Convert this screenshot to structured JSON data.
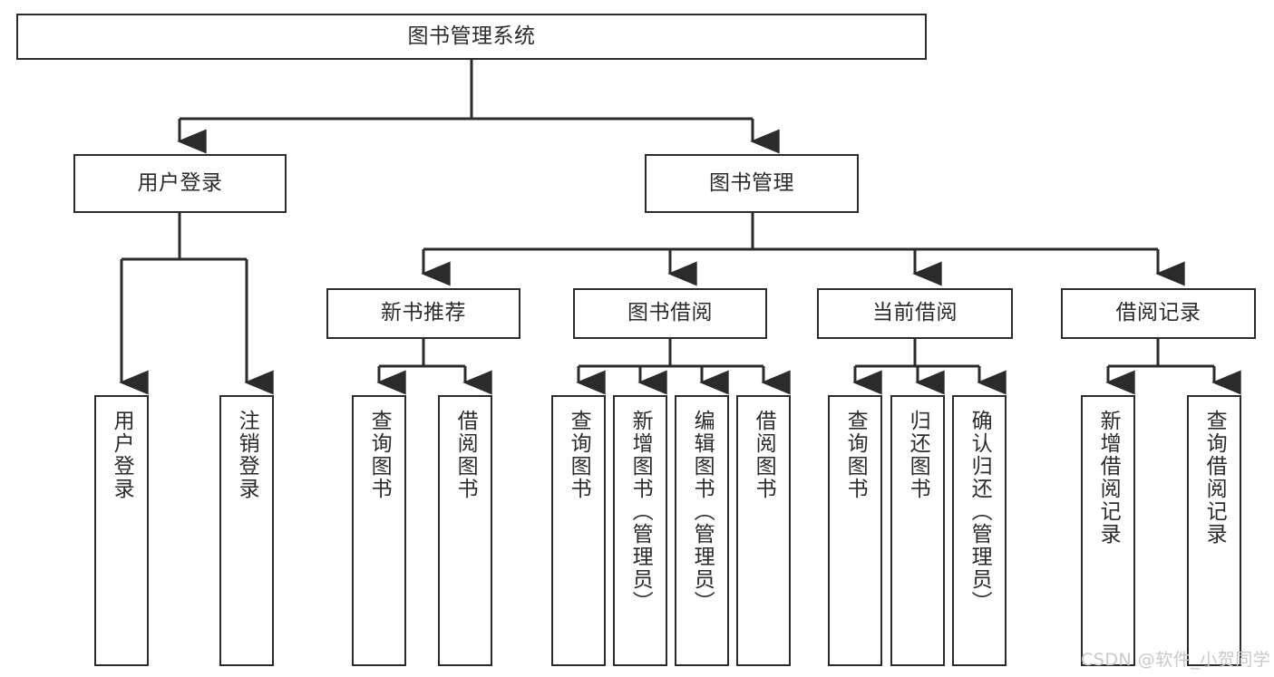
{
  "diagram": {
    "title": "图书管理系统",
    "type": "tree-hierarchy",
    "root": {
      "label": "图书管理系统"
    },
    "level2": [
      {
        "label": "用户登录"
      },
      {
        "label": "图书管理"
      }
    ],
    "level3": [
      {
        "label": "新书推荐"
      },
      {
        "label": "图书借阅"
      },
      {
        "label": "当前借阅"
      },
      {
        "label": "借阅记录"
      }
    ],
    "leaves": {
      "user_login": [
        {
          "label": "用户登录"
        },
        {
          "label": "注销登录"
        }
      ],
      "new_book_recommend": [
        {
          "label": "查询图书"
        },
        {
          "label": "借阅图书"
        }
      ],
      "book_borrow": [
        {
          "label": "查询图书"
        },
        {
          "label": "新增图书（管理员）"
        },
        {
          "label": "编辑图书（管理员）"
        },
        {
          "label": "借阅图书"
        }
      ],
      "current_borrow": [
        {
          "label": "查询图书"
        },
        {
          "label": "归还图书"
        },
        {
          "label": "确认归还（管理员）"
        }
      ],
      "borrow_records": [
        {
          "label": "新增借阅记录"
        },
        {
          "label": "查询借阅记录"
        }
      ]
    }
  },
  "watermark": {
    "text": "CSDN @软件_小贺同学"
  },
  "colors": {
    "stroke": "#2b2b2b",
    "background": "#ffffff",
    "watermark": "#c9c9c9"
  }
}
